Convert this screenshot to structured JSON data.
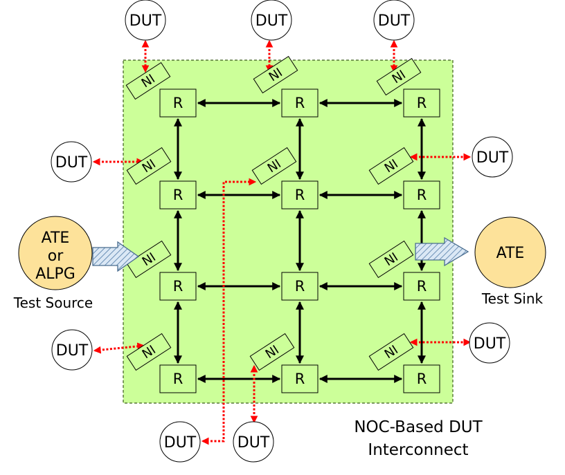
{
  "labels": {
    "dut": "DUT",
    "router": "R",
    "ni": "NI"
  },
  "source": {
    "line1": "ATE",
    "line2": "or",
    "line3": "ALPG",
    "caption": "Test Source"
  },
  "sink": {
    "label": "ATE",
    "caption": "Test Sink"
  },
  "footer": {
    "line1": "NOC-Based DUT",
    "line2": "Interconnect"
  },
  "colors": {
    "noc_fill": "#ccff99",
    "router_fill": "#ccff99",
    "ate_fill": "#fde29a",
    "dotted_link": "#ff0000",
    "mesh_link": "#000000",
    "arrow_fill": "#dbe8f5"
  }
}
